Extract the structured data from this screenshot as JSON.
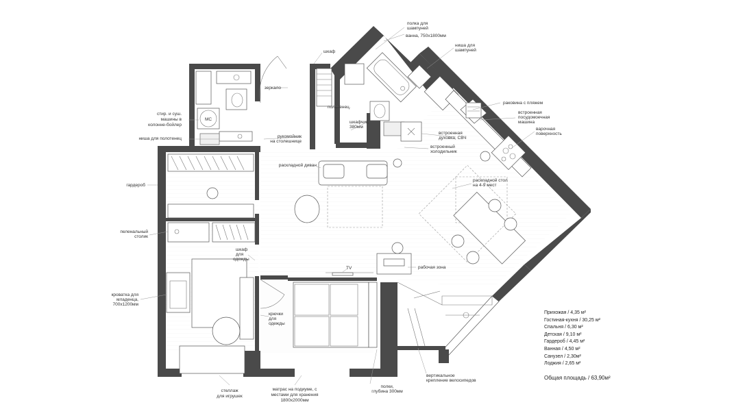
{
  "labels": {
    "shampoo_shelf": [
      "полка для",
      "шампуней"
    ],
    "bathtub": "ванна, 750х1800мм",
    "shampoo_niche": [
      "ниша для",
      "шампуней"
    ],
    "wardrobe_top": "шкаф",
    "mirror": "зеркало",
    "towel_dryer": "полотенец.",
    "cabinet": [
      "шкафчик,",
      "380мм"
    ],
    "washbasin": [
      "рукомойник",
      "на столешнице"
    ],
    "washer_dryer": [
      "стир. и суш.",
      "машины в",
      "колонне-бойлер"
    ],
    "towel_niche": "ниша для полотенец",
    "sink": "раковина с пляжем",
    "dishwasher": [
      "встроенная",
      "посудомоечная",
      "машина"
    ],
    "hob": [
      "варочная",
      "поверхность"
    ],
    "oven": [
      "встроенная",
      "духовка, СВЧ"
    ],
    "fridge": [
      "встроенный",
      "холодильник"
    ],
    "sofa_bed": "раскладной диван",
    "dining_table": [
      "раскладной стол",
      "на 4-9 мест"
    ],
    "wardrobe_room": "гардероб",
    "changing_table": [
      "пеленальный",
      "столик"
    ],
    "clothes_closet": [
      "шкаф",
      "для",
      "одежды"
    ],
    "tv": "TV",
    "work_zone": "рабочая зона",
    "crib": [
      "кроватка для",
      "младенца,",
      "700х1200мм"
    ],
    "clothes_hooks": [
      "крючки",
      "для",
      "одежды"
    ],
    "toy_rack": [
      "стеллаж",
      "для игрушек"
    ],
    "mattress": [
      "матрас на подиуме, с",
      "местами для хранения",
      "1800х2000мм"
    ],
    "shelves": [
      "полки,",
      "глубина 300мм"
    ],
    "bike_mount": [
      "вертикальное",
      "крепление велосипедов"
    ],
    "wm_symbol": "МС"
  },
  "areas": [
    {
      "name": "Прихожая",
      "value": "4,35 м²"
    },
    {
      "name": "Гостиная-кухня",
      "value": "30,25 м²"
    },
    {
      "name": "Спальня",
      "value": "6,30 м²"
    },
    {
      "name": "Детская",
      "value": "9,10 м²"
    },
    {
      "name": "Гардероб",
      "value": "4,45 м²"
    },
    {
      "name": "Ванная",
      "value": "4,50 м²"
    },
    {
      "name": "Санузел",
      "value": "2,30м²"
    },
    {
      "name": "Лоджия",
      "value": "2,65 м²"
    }
  ],
  "total": {
    "name": "Общая площадь",
    "value": "63,90м²"
  },
  "colors": {
    "wall": "#4a4a4a",
    "furniture_line": "#555555",
    "label": "#333333"
  }
}
